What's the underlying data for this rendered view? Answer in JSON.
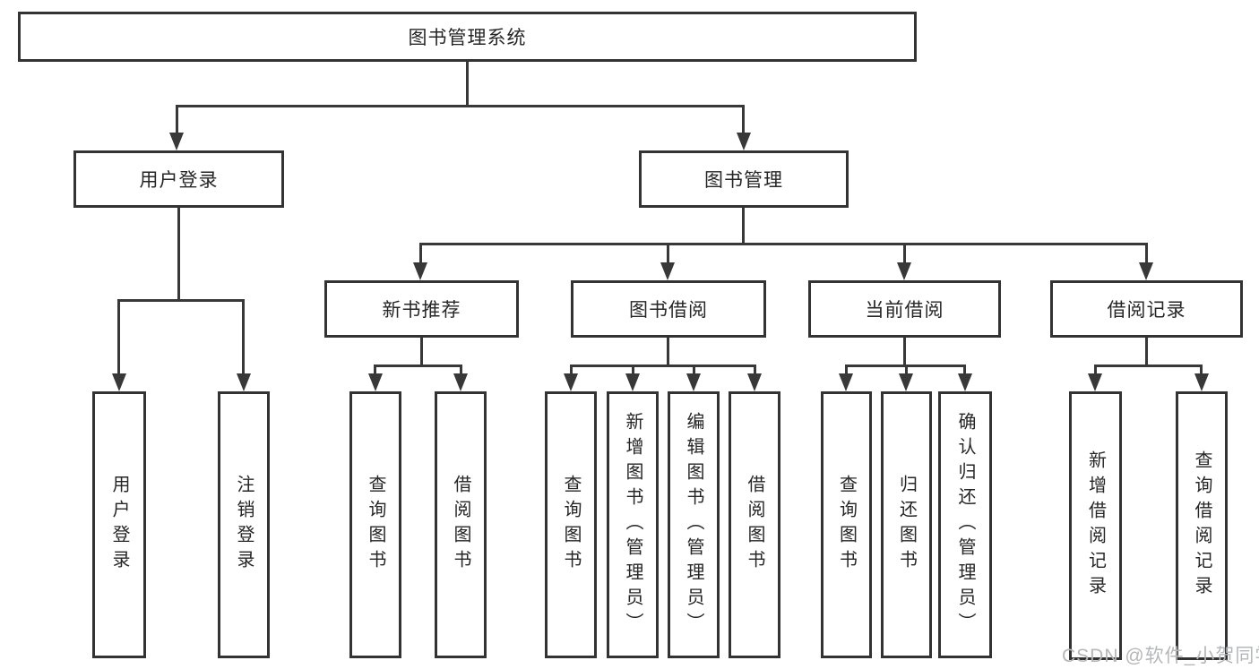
{
  "diagram": {
    "title": "图书管理系统",
    "root": {
      "label": "图书管理系统"
    },
    "level2": [
      {
        "label": "用户登录"
      },
      {
        "label": "图书管理"
      }
    ],
    "level3": [
      {
        "label": "新书推荐",
        "parent": "图书管理"
      },
      {
        "label": "图书借阅",
        "parent": "图书管理"
      },
      {
        "label": "当前借阅",
        "parent": "图书管理"
      },
      {
        "label": "借阅记录",
        "parent": "图书管理"
      }
    ],
    "leaves": [
      {
        "label": "用户登录",
        "parent": "用户登录"
      },
      {
        "label": "注销登录",
        "parent": "用户登录"
      },
      {
        "label": "查询图书",
        "parent": "新书推荐"
      },
      {
        "label": "借阅图书",
        "parent": "新书推荐"
      },
      {
        "label": "查询图书",
        "parent": "图书借阅"
      },
      {
        "label": "新增图书（管理员）",
        "parent": "图书借阅"
      },
      {
        "label": "编辑图书（管理员）",
        "parent": "图书借阅"
      },
      {
        "label": "借阅图书",
        "parent": "图书借阅"
      },
      {
        "label": "查询图书",
        "parent": "当前借阅"
      },
      {
        "label": "归还图书",
        "parent": "当前借阅"
      },
      {
        "label": "确认归还（管理员）",
        "parent": "当前借阅"
      },
      {
        "label": "新增借阅记录",
        "parent": "借阅记录"
      },
      {
        "label": "查询借阅记录",
        "parent": "借阅记录"
      }
    ]
  },
  "watermark": {
    "text": "CSDN @软件_小贺同学",
    "color": "#b6b7b9"
  },
  "colors": {
    "line": "#383838",
    "box_border": "#333333",
    "box_fill": "#ffffff",
    "text": "#262626",
    "background": "#ffffff"
  }
}
